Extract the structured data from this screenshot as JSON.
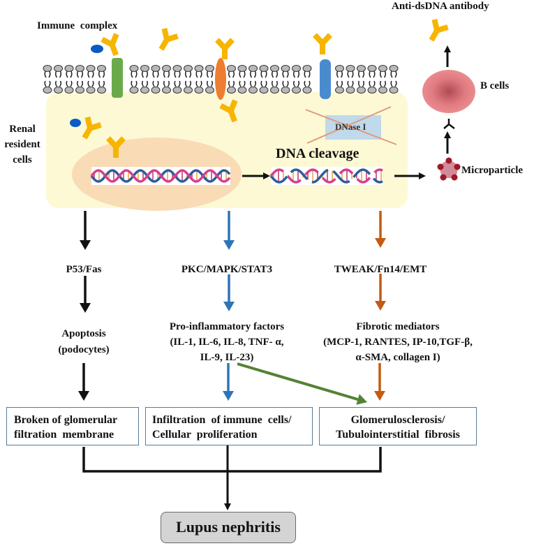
{
  "labels": {
    "immune_complex": "Immune complex",
    "anti_dsdna": "Anti-dsDNA antibody",
    "b_cells": "B cells",
    "renal_resident_cells": [
      "Renal",
      "resident",
      "cells"
    ],
    "dnase": "DNase I",
    "dna_cleavage": "DNA cleavage",
    "microparticle": "Microparticle"
  },
  "pathways": {
    "left": {
      "signal": "P53/Fas",
      "effect": [
        "Apoptosis",
        "(podocytes)"
      ],
      "outcome": [
        "Broken of glomerular",
        "filtration  membrane"
      ],
      "color": "#111111"
    },
    "middle": {
      "signal": "PKC/MAPK/STAT3",
      "effect": [
        "Pro-inflammatory  factors",
        "(IL-1, IL-6, IL-8, TNF- α,",
        "IL-9, IL-23)"
      ],
      "outcome": [
        "Infiltration  of immune  cells/",
        "Cellular  proliferation"
      ],
      "color": "#2e75b6"
    },
    "right": {
      "signal": "TWEAK/Fn14/EMT",
      "effect": [
        "Fibrotic  mediators",
        "(MCP-1, RANTES, IP-10,TGF-β,",
        "α-SMA, collagen I)"
      ],
      "outcome": [
        "Glomerulosclerosis/",
        "Tubulointerstitial  fibrosis"
      ],
      "color": "#c55a11"
    }
  },
  "cross_link_color": "#548235",
  "final_outcome": "Lupus nephritis",
  "colors": {
    "cell_fill": "#fdf9d5",
    "nucleus_fill": "#f9d9b4",
    "antibody": "#f7b500",
    "antigen": "#0a5bc4",
    "receptor_green": "#6aaa4a",
    "receptor_orange": "#ed7d31",
    "receptor_blue": "#4a8bd0",
    "b_cell": "#e57a80",
    "microparticle": "#d08090",
    "box_border": "#5b7a93",
    "final_box": "#d4d4d4"
  }
}
